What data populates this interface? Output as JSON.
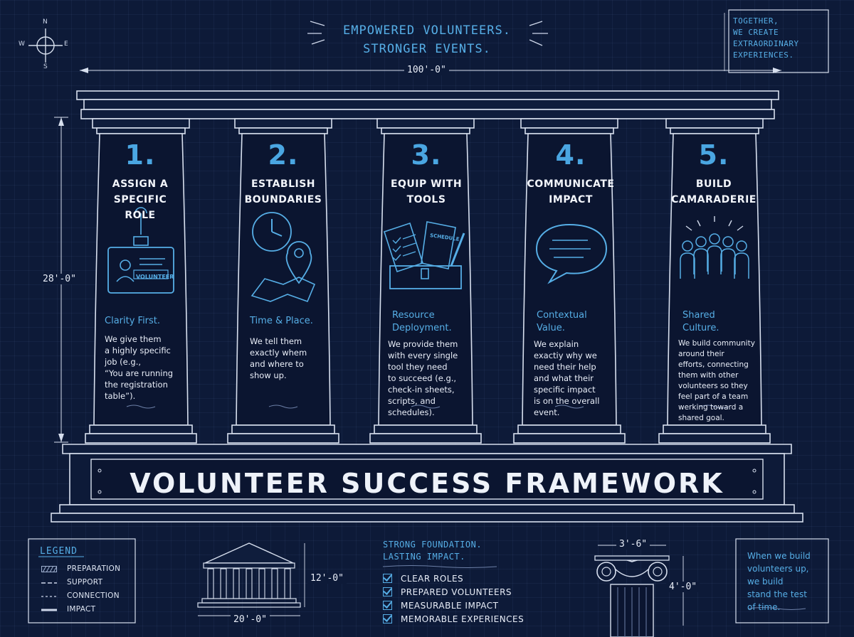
{
  "header": {
    "tagline_line1": "EMPOWERED VOLUNTEERS.",
    "tagline_line2": "STRONGER EVENTS.",
    "top_note_lines": [
      "TOGETHER,",
      "WE CREATE",
      "EXTRAORDINARY",
      "EXPERIENCES."
    ]
  },
  "compass": {
    "n": "N",
    "s": "S",
    "e": "E",
    "w": "W"
  },
  "dimensions": {
    "width": "100'-0\"",
    "height": "28'-0\"",
    "mini_temple_height": "12'-0\"",
    "mini_temple_width": "20'-0\"",
    "capital_width": "3'-6\"",
    "capital_height": "4'-0\""
  },
  "columns": [
    {
      "number": "1.",
      "title_lines": [
        "ASSIGN A",
        "SPECIFIC",
        "ROLE"
      ],
      "icon": "id-badge-icon",
      "icon_text": "VOLUNTEER",
      "subtitle_lines": [
        "Clarity First."
      ],
      "body_lines": [
        "We give them",
        "a highly specific",
        "job (e.g.,",
        "“You are running",
        "the registration",
        "table”)."
      ]
    },
    {
      "number": "2.",
      "title_lines": [
        "ESTABLISH",
        "BOUNDARIES"
      ],
      "icon": "clock-and-map-icon",
      "icon_text": "",
      "subtitle_lines": [
        "Time & Place."
      ],
      "body_lines": [
        "We tell them",
        "exactly whem",
        "and where to",
        "show up."
      ]
    },
    {
      "number": "3.",
      "title_lines": [
        "EQUIP WITH",
        "TOOLS"
      ],
      "icon": "toolbox-icon",
      "icon_text": "SCHEDULE",
      "subtitle_lines": [
        "Resource",
        "Deployment."
      ],
      "body_lines": [
        "We provide them",
        "with every single",
        "tool they need",
        "to succeed (e.g.,",
        "check-in sheets,",
        "scripts, and",
        "schedules)."
      ]
    },
    {
      "number": "4.",
      "title_lines": [
        "COMMUNICATE",
        "IMPACT"
      ],
      "icon": "speech-bubble-icon",
      "icon_text": "",
      "subtitle_lines": [
        "Contextual",
        "Value."
      ],
      "body_lines": [
        "We explain",
        "exactiy why we",
        "need their help",
        "and what their",
        "specific impact",
        "is on the overall",
        "event."
      ]
    },
    {
      "number": "5.",
      "title_lines": [
        "BUILD",
        "CAMARADERIE"
      ],
      "icon": "group-of-people-icon",
      "icon_text": "",
      "subtitle_lines": [
        "Shared",
        "Culture."
      ],
      "body_lines": [
        "We build community",
        "around their",
        "efforts, connecting",
        "them with other",
        "volunteers so they",
        "feel part of a team",
        "werking toward a",
        "shared goal."
      ]
    }
  ],
  "plaque_title": "VOLUNTEER SUCCESS FRAMEWORK",
  "legend": {
    "title": "LEGEND",
    "items": [
      "PREPARATION",
      "SUPPORT",
      "CONNECTION",
      "IMPACT"
    ]
  },
  "foundation": {
    "title_line1": "STRONG FOUNDATION.",
    "title_line2": "LASTING IMPACT.",
    "checklist": [
      "CLEAR ROLES",
      "PREPARED VOLUNTEERS",
      "MEASURABLE IMPACT",
      "MEMORABLE EXPERIENCES"
    ]
  },
  "bottom_note_lines": [
    "When we build",
    "volunteers up,",
    "we build",
    "stand the test",
    "of time."
  ],
  "colors": {
    "background": "#0d1a38",
    "accent": "#56aee6",
    "ink": "#e9eef8",
    "shaft": "#0b1530"
  }
}
